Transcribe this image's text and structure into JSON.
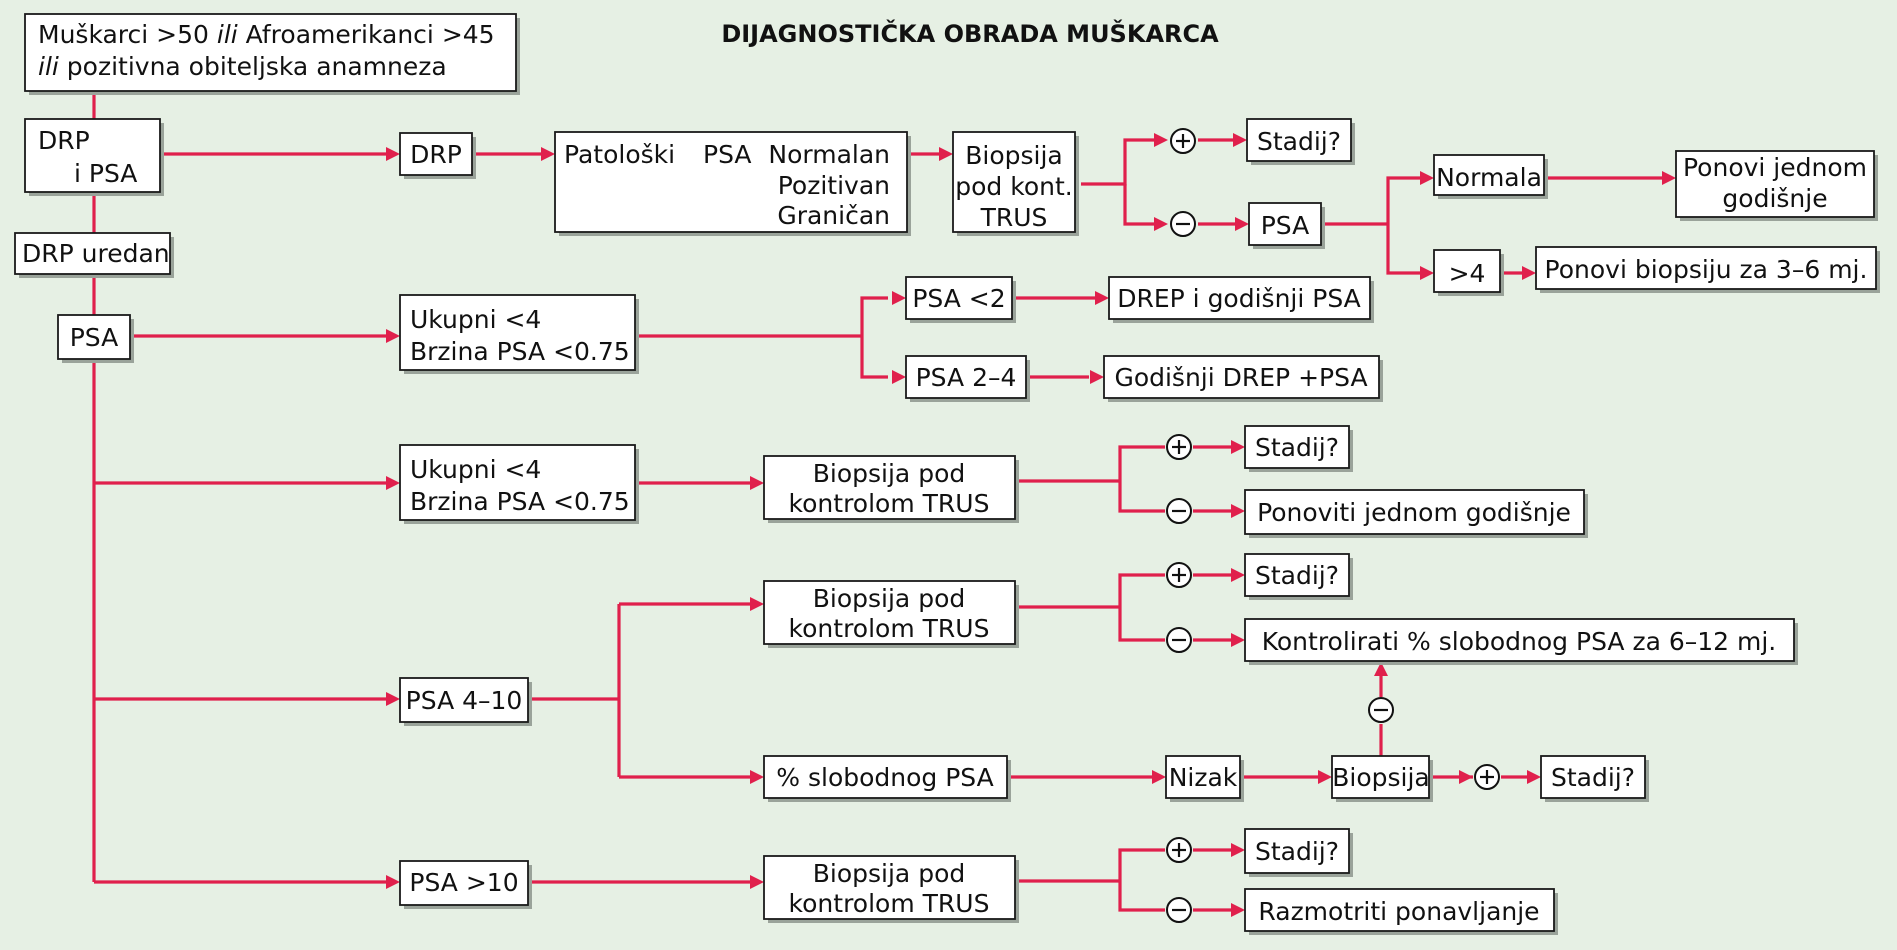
{
  "title": "DIJAGNOSTIČKA OBRADA MUŠKARCA",
  "nodes": {
    "top_a": "Muškarci >50 ",
    "top_or1": "ili",
    "top_b": " Afroamerikanci >45",
    "top_or2": "ili",
    "top_c": " pozitivna obiteljska anamneza",
    "drp_psa_1": "DRP",
    "drp_psa_2": "i PSA",
    "drp_uredan": "DRP uredan",
    "psa_main": "PSA",
    "drp": "DRP",
    "patoloski": "Patološki",
    "psa_label": "PSA",
    "normalan": "Normalan",
    "pozitivan": "Pozitivan",
    "granican": "Graničan",
    "biop_kont_1": "Biopsija",
    "biop_kont_2": "pod kont.",
    "biop_kont_3": "TRUS",
    "stadij": "Stadij?",
    "psa_second": "PSA",
    "normala": "Normala",
    "ponovi_god_1": "Ponovi jednom",
    "ponovi_god_2": "godišnje",
    "gt4": ">4",
    "ponovi_biopsiju": "Ponovi biopsiju za 3–6 mj.",
    "ukupni": "Ukupni <4",
    "brzina": "Brzina PSA <0.75",
    "psa_lt2": "PSA <2",
    "drep_god": "DREP i godišnji PSA",
    "psa_2_4": "PSA 2–4",
    "god_drep": "Godišnji DREP +PSA",
    "biop_pod": "Biopsija pod",
    "kontrolom": "kontrolom TRUS",
    "ponoviti_god": "Ponoviti jednom godišnje",
    "kontrolirati": "Kontrolirati % slobodnog PSA za 6–12 mj.",
    "psa_4_10": "PSA 4–10",
    "slobodnog": "% slobodnog PSA",
    "nizak": "Nizak",
    "biopsija": "Biopsija",
    "psa_gt10": "PSA >10",
    "razmotriti": "Razmotriti ponavljanje"
  }
}
